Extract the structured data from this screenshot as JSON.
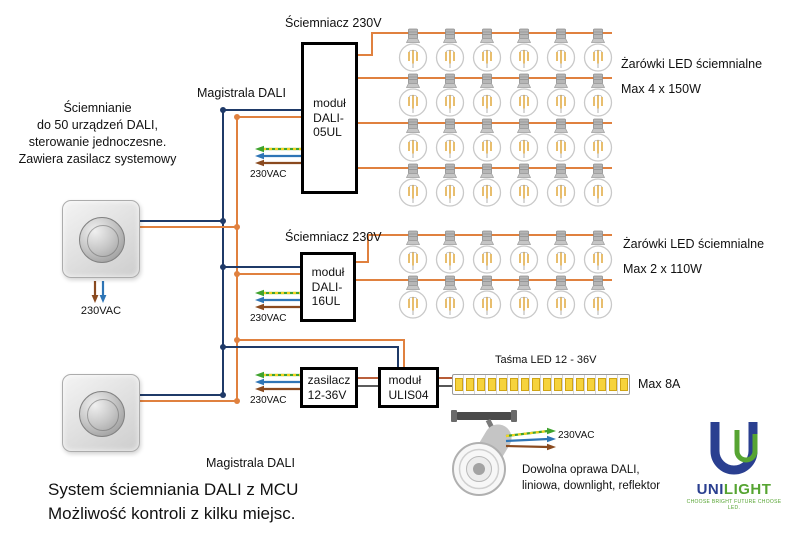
{
  "title": {
    "line1": "System ściemniania DALI z MCU",
    "line2": "Możliwość kontroli z kilku miejsc."
  },
  "left_note": "Ściemnianie\ndo 50 urządzeń DALI,\nsterowanie jednoczesne.\nZawiera zasilacz systemowy",
  "bus": {
    "label_top": "Magistrala DALI",
    "label_bottom": "Magistrala DALI"
  },
  "section1": {
    "header": "Ściemniacz 230V",
    "module_label": "moduł\nDALI-\n05UL",
    "mains_label": "230VAC",
    "load_line1": "Żarówki LED ściemnialne",
    "load_line2": "Max 4 x 150W",
    "bulb_rows": 4,
    "bulb_cols": 6
  },
  "section2": {
    "header": "Ściemniacz 230V",
    "module_label": "moduł\nDALI-\n16UL",
    "mains_label": "230VAC",
    "load_line1": "Żarówki LED ściemnialne",
    "load_line2": "Max 2 x 110W",
    "bulb_rows": 2,
    "bulb_cols": 6
  },
  "section3": {
    "psu_label": "zasilacz\n12-36V",
    "module_label": "moduł\nULIS04",
    "mains_label": "230VAC",
    "strip_label": "Taśma LED 12 - 36V",
    "strip_max": "Max 8A",
    "led_segments": 16
  },
  "dimmer1": {
    "mains_label": "230VAC"
  },
  "fixture": {
    "mains_label": "230VAC",
    "note": "Dowolna oprawa DALI,\nliniowa, downlight, reflektor"
  },
  "logo": {
    "brand_part1": "UNI",
    "brand_part2": "LIGHT",
    "tagline": "CHOOSE BRIGHT FUTURE CHOOSE LED."
  },
  "colors": {
    "dali_wire": "#1f3a68",
    "dali_wire_2": "#e0813f",
    "earth_wire": "#3fa32e",
    "neutral_wire": "#2e75b6",
    "live_wire": "#8a4a1f",
    "led_chip": "#f6d33c",
    "bulb_filament": "#e0a93e",
    "logo_blue": "#2a3f90",
    "logo_green": "#56a432"
  }
}
